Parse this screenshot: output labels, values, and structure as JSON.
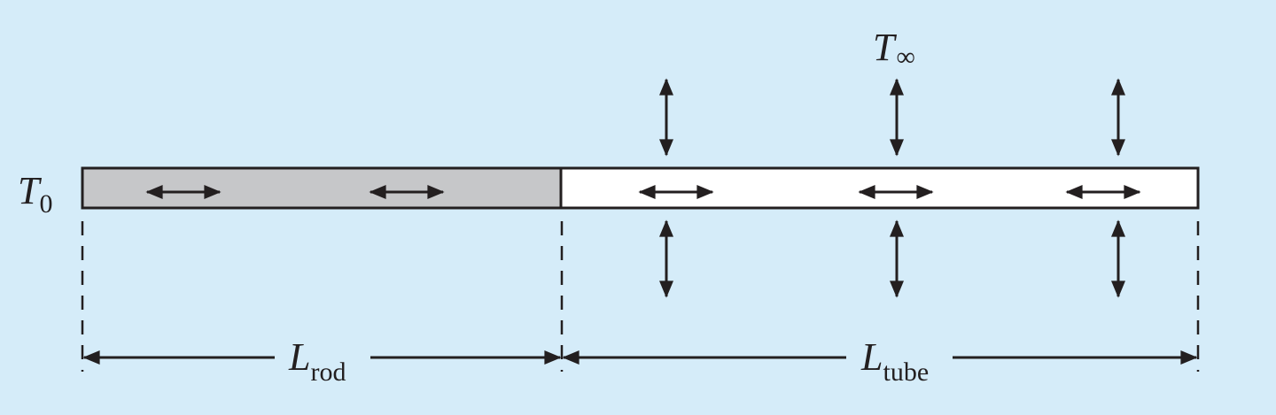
{
  "labels": {
    "t_inf_main": "T",
    "t_inf_sub": "∞",
    "t0_main": "T",
    "t0_sub": "0",
    "lrod_main": "L",
    "lrod_sub": "rod",
    "ltube_main": "L",
    "ltube_sub": "tube"
  },
  "colors": {
    "background": "#d5ecf9",
    "rod_fill": "#c6c7c9",
    "tube_fill": "#ffffff",
    "stroke": "#231f20"
  }
}
